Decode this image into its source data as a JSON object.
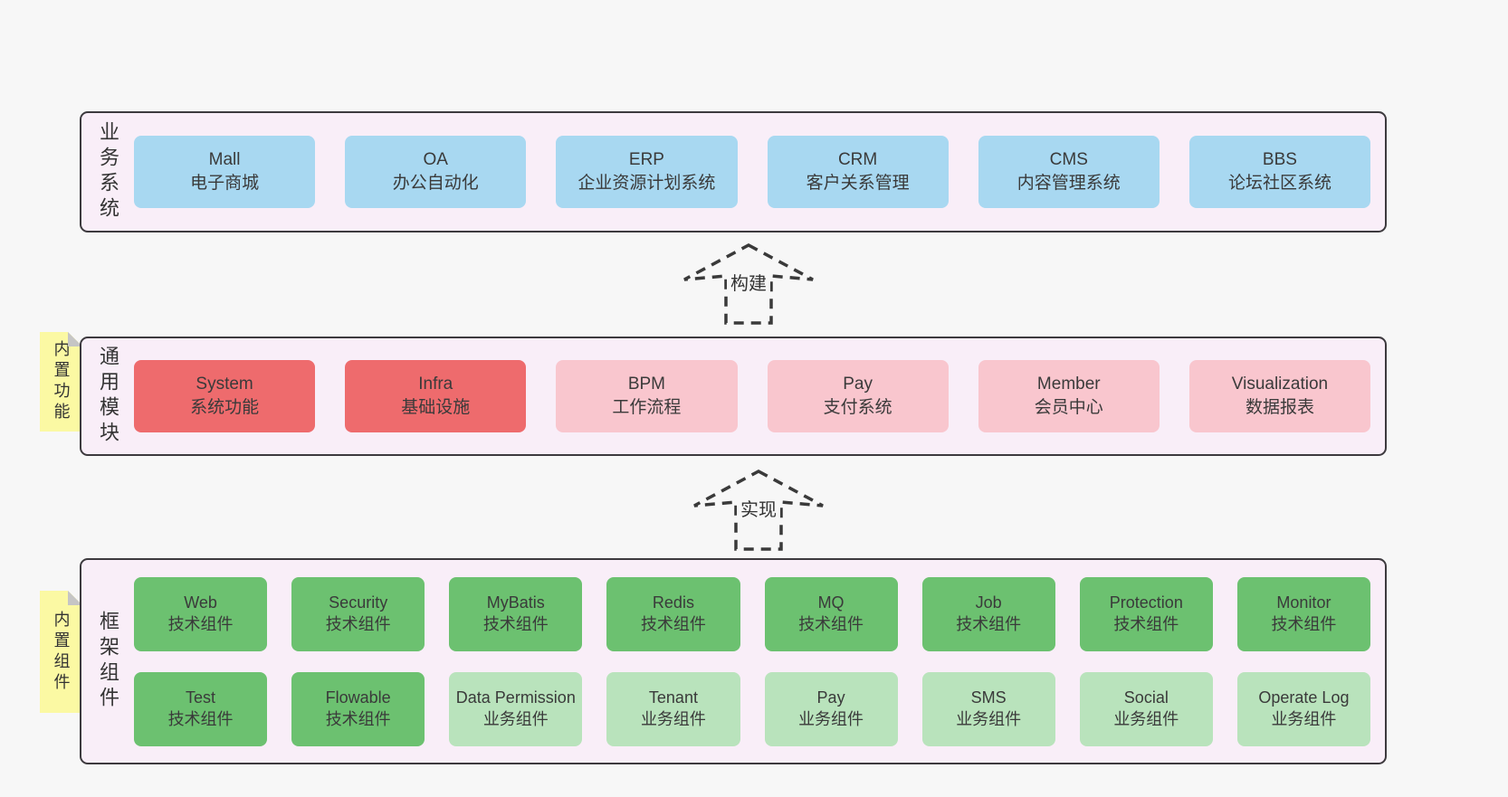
{
  "colors": {
    "page_bg": "#f7f7f7",
    "panel_bg": "#f9eef8",
    "panel_border": "#3d3a3e",
    "box_blue": "#a8d8f1",
    "box_red": "#ee6b6d",
    "box_pink": "#f9c6ce",
    "box_green": "#6cc170",
    "box_light_green": "#b9e3bc",
    "sticky_yellow": "#fbf9a3",
    "sticky_fold_gray": "#c5c5c5",
    "arrow_dash": "#3a3a3a",
    "text": "#3a3a3a"
  },
  "arrows": [
    {
      "label": "构建"
    },
    {
      "label": "实现"
    }
  ],
  "stickies": [
    {
      "label": "内置功能"
    },
    {
      "label": "内置组件"
    }
  ],
  "layers": [
    {
      "label": "业务系统",
      "boxes": [
        {
          "en": "Mall",
          "zh": "电子商城"
        },
        {
          "en": "OA",
          "zh": "办公自动化"
        },
        {
          "en": "ERP",
          "zh": "企业资源计划系统"
        },
        {
          "en": "CRM",
          "zh": "客户关系管理"
        },
        {
          "en": "CMS",
          "zh": "内容管理系统"
        },
        {
          "en": "BBS",
          "zh": "论坛社区系统"
        }
      ]
    },
    {
      "label": "通用模块",
      "boxes": [
        {
          "en": "System",
          "zh": "系统功能"
        },
        {
          "en": "Infra",
          "zh": "基础设施"
        },
        {
          "en": "BPM",
          "zh": "工作流程"
        },
        {
          "en": "Pay",
          "zh": "支付系统"
        },
        {
          "en": "Member",
          "zh": "会员中心"
        },
        {
          "en": "Visualization",
          "zh": "数据报表"
        }
      ]
    },
    {
      "label": "框架组件",
      "rows": [
        [
          {
            "en": "Web",
            "zh": "技术组件"
          },
          {
            "en": "Security",
            "zh": "技术组件"
          },
          {
            "en": "MyBatis",
            "zh": "技术组件"
          },
          {
            "en": "Redis",
            "zh": "技术组件"
          },
          {
            "en": "MQ",
            "zh": "技术组件"
          },
          {
            "en": "Job",
            "zh": "技术组件"
          },
          {
            "en": "Protection",
            "zh": "技术组件"
          },
          {
            "en": "Monitor",
            "zh": "技术组件"
          }
        ],
        [
          {
            "en": "Test",
            "zh": "技术组件"
          },
          {
            "en": "Flowable",
            "zh": "技术组件"
          },
          {
            "en": "Data Permission",
            "zh": "业务组件"
          },
          {
            "en": "Tenant",
            "zh": "业务组件"
          },
          {
            "en": "Pay",
            "zh": "业务组件"
          },
          {
            "en": "SMS",
            "zh": "业务组件"
          },
          {
            "en": "Social",
            "zh": "业务组件"
          },
          {
            "en": "Operate Log",
            "zh": "业务组件"
          }
        ]
      ]
    }
  ]
}
